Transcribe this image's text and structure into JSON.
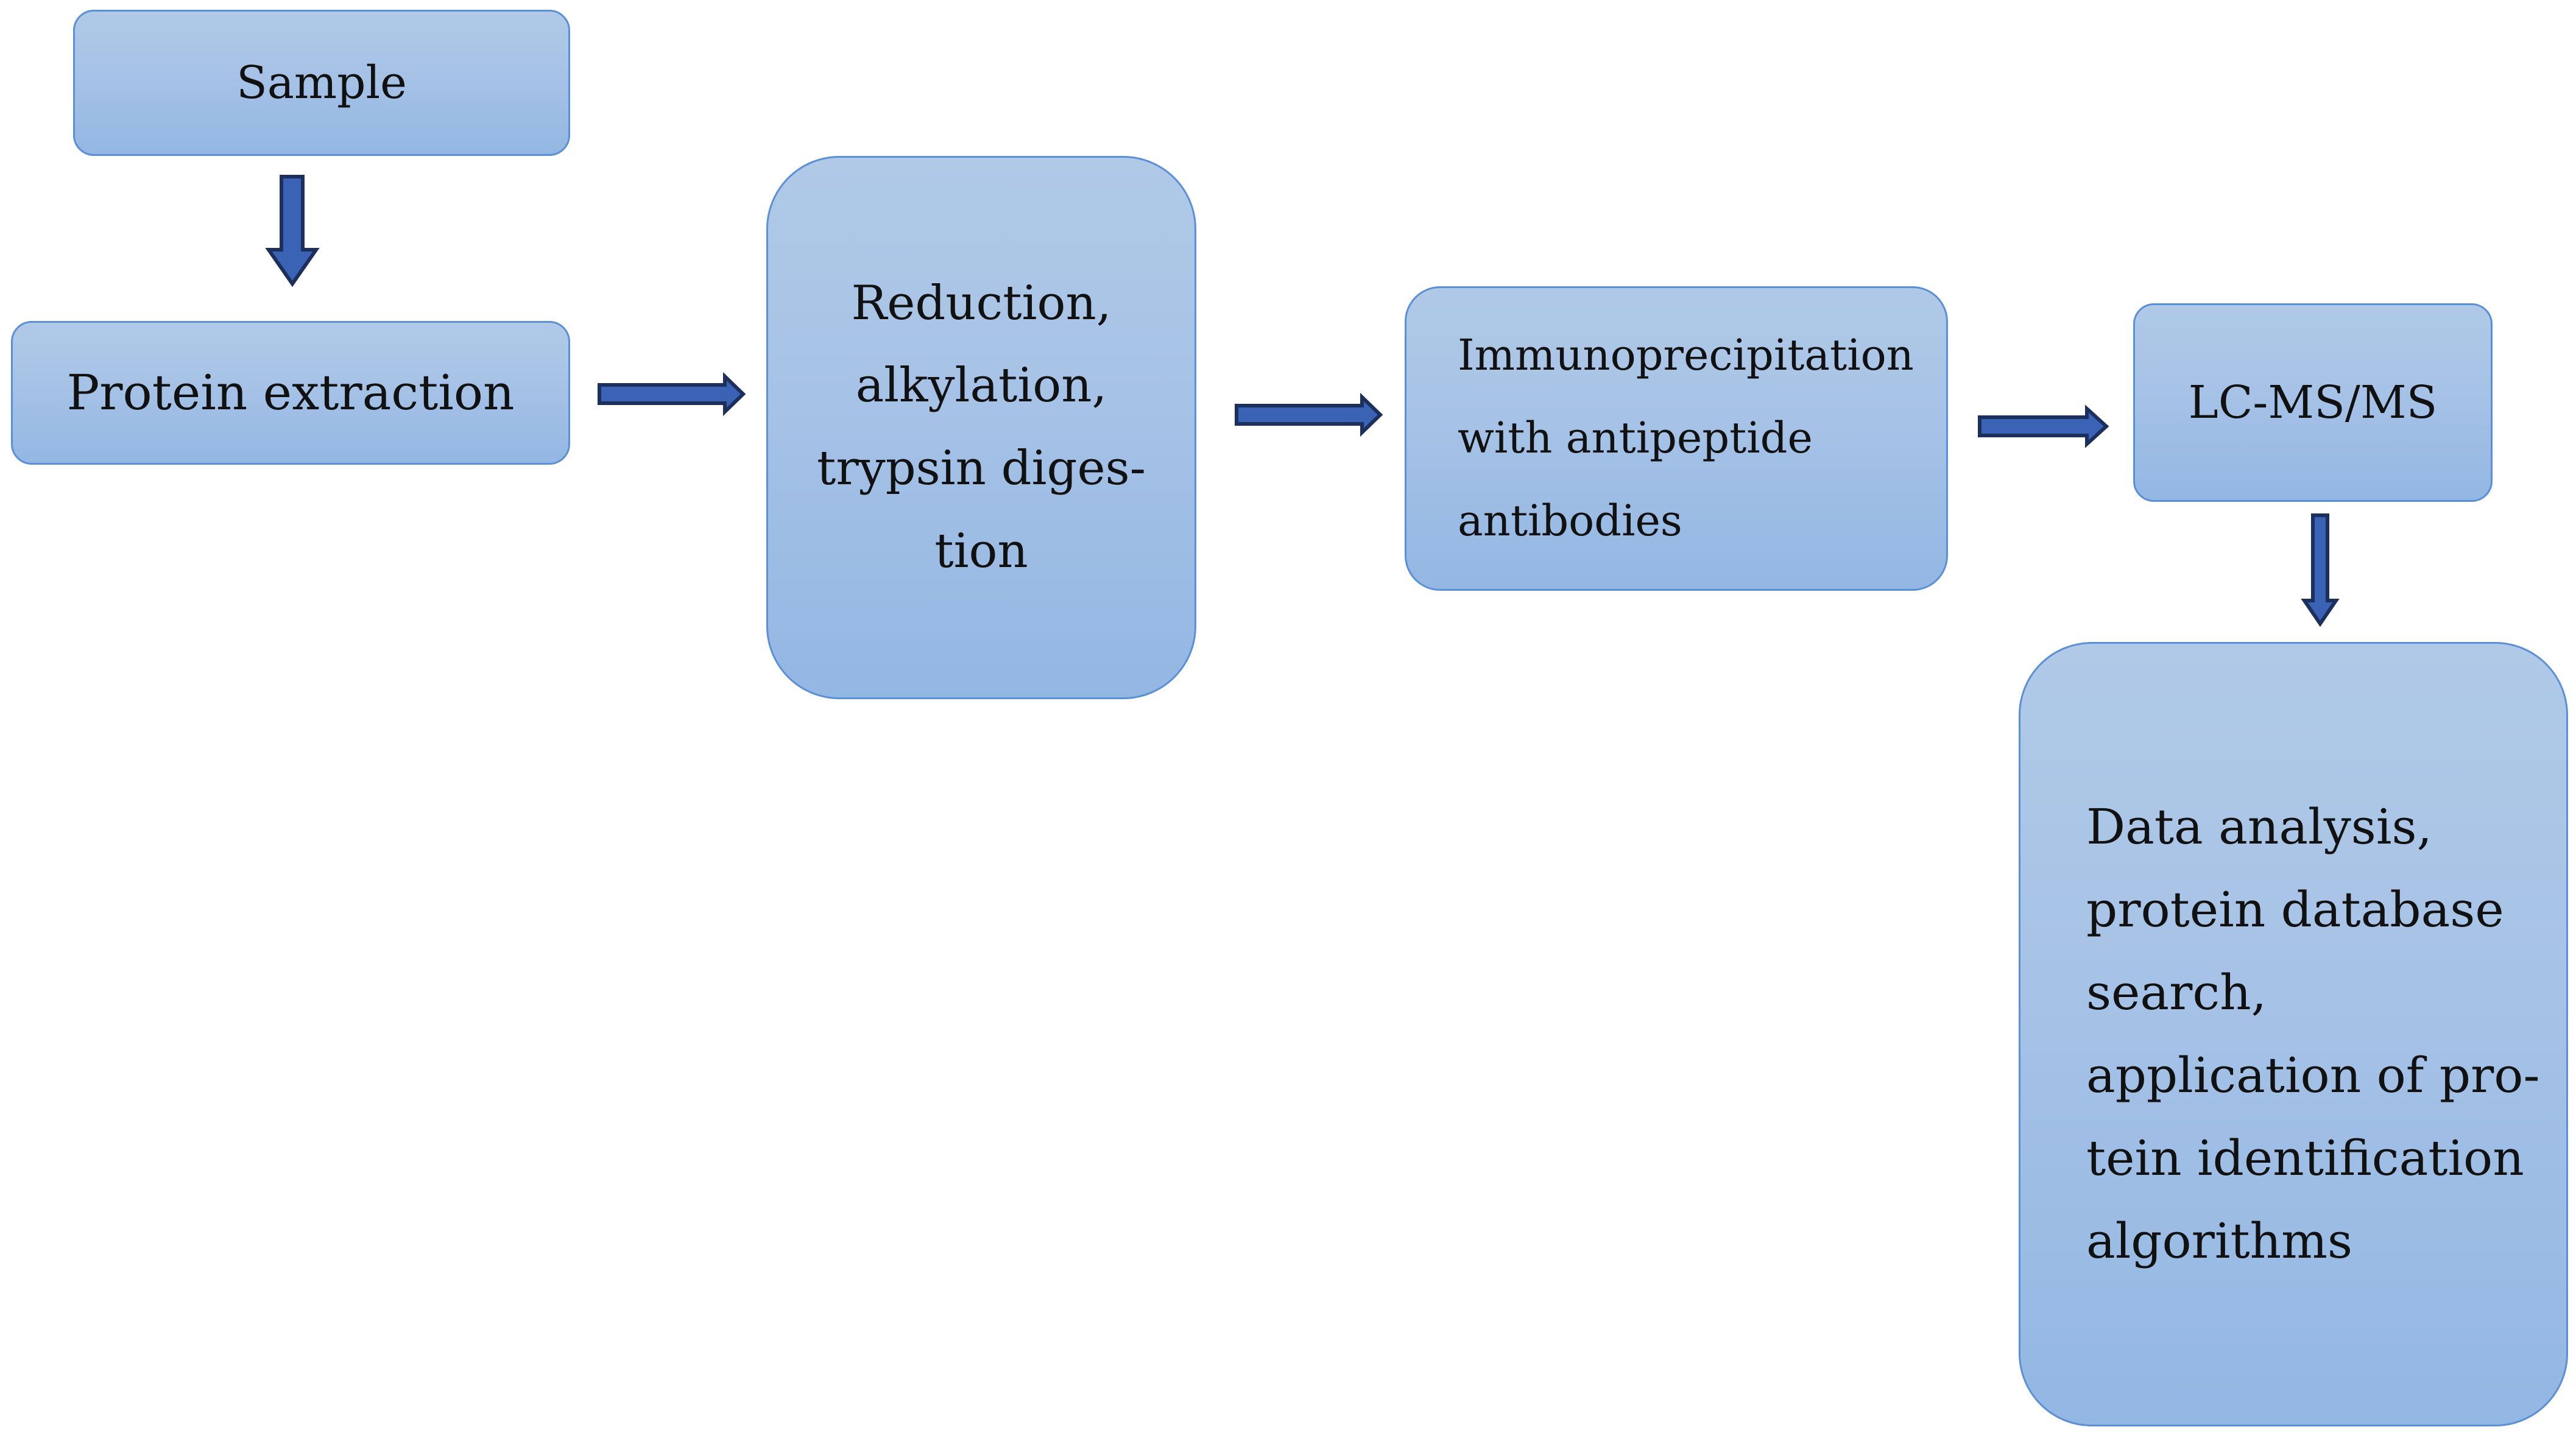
{
  "nodes": {
    "sample": "Sample",
    "protein_extraction": "Protein extraction",
    "reduction": "Reduction,\nalkylation,\ntrypsin diges-\ntion",
    "immunoprecipitation": "Immunoprecipitation\nwith antipeptide\nantibodies",
    "lcms": "LC-MS/MS",
    "data_analysis": "Data analysis,\nprotein database\nsearch,\napplication of pro-\ntein identification\nalgorithms"
  },
  "colors": {
    "node_fill_top": "#b0c9e7",
    "node_fill_bottom": "#93b7e3",
    "node_border": "#5b8fd6",
    "arrow_fill": "#3a63b6",
    "arrow_outline": "#1d2f5c"
  }
}
